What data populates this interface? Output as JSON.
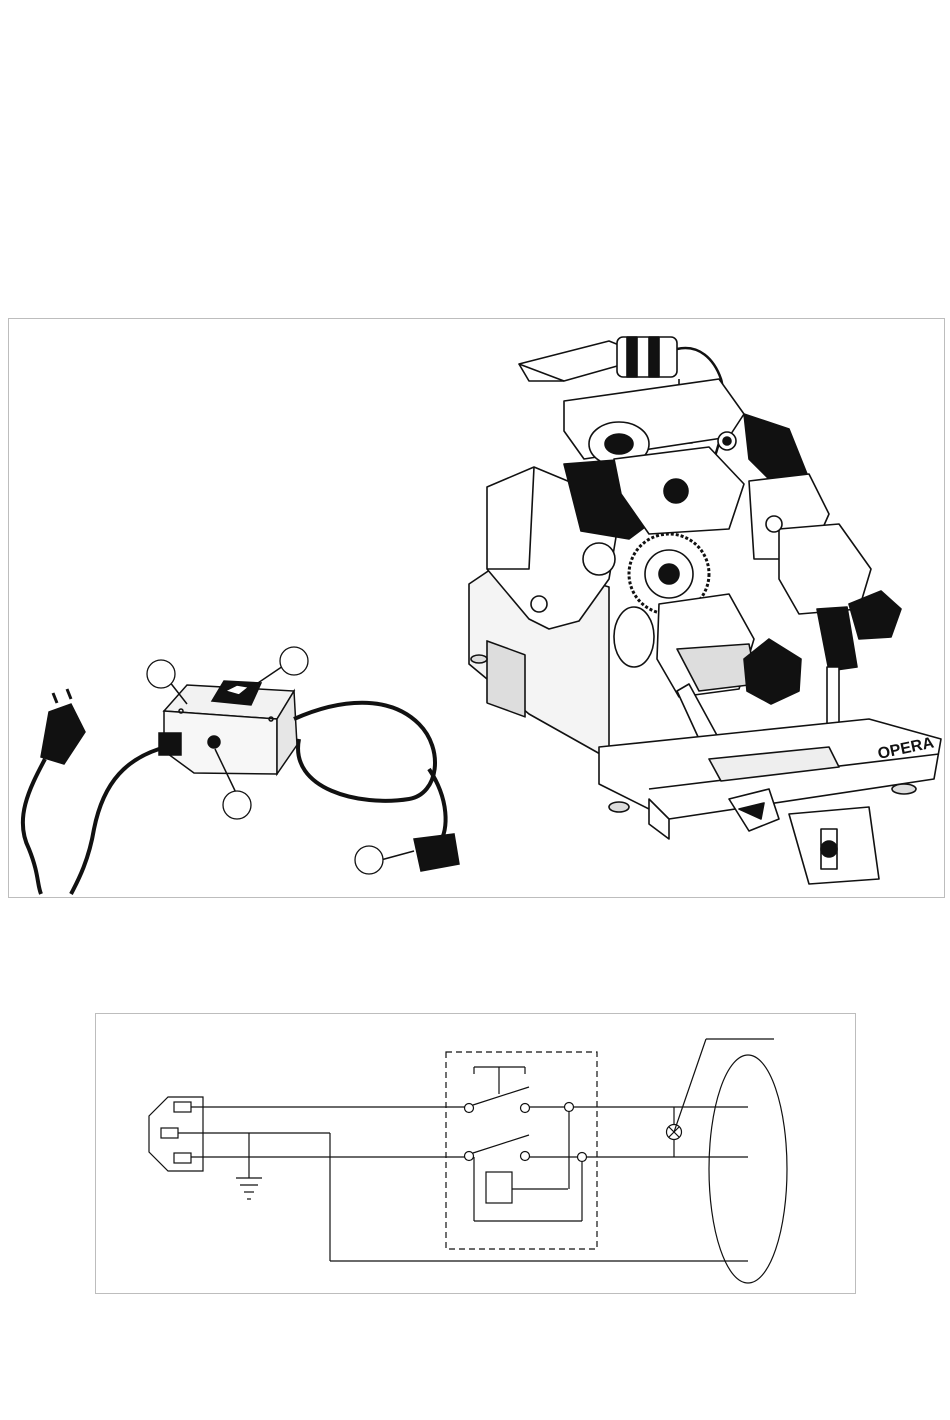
{
  "figure": {
    "machine_brand": "OPERA",
    "callouts": [
      {
        "id": "callout-box",
        "label": ""
      },
      {
        "id": "callout-switch",
        "label": ""
      },
      {
        "id": "callout-indicator",
        "label": ""
      },
      {
        "id": "callout-connector",
        "label": ""
      }
    ]
  },
  "wiring": {
    "components": [
      "iec-inlet",
      "ground",
      "double-pole-switch",
      "relay-coil",
      "indicator-lamp",
      "motor"
    ]
  },
  "colors": {
    "line": "#111111",
    "panel_border": "#bdbdbd",
    "box_fill": "#f2f2f2"
  }
}
